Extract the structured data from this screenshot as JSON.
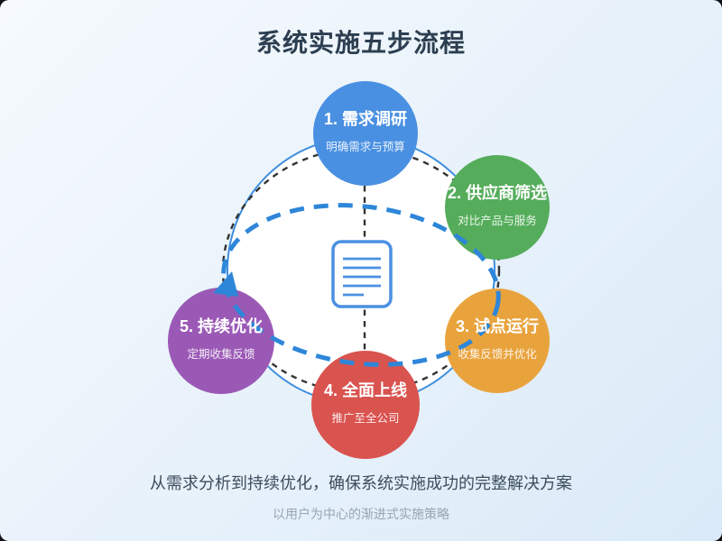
{
  "title": "系统实施五步流程",
  "steps": [
    {
      "label": "1. 需求调研",
      "desc": "明确需求与预算",
      "color": "#4A90E2"
    },
    {
      "label": "2. 供应商筛选",
      "desc": "对比产品与服务",
      "color": "#55AD5B"
    },
    {
      "label": "3. 试点运行",
      "desc": "收集反馈并优化",
      "color": "#E9A33D"
    },
    {
      "label": "4. 全面上线",
      "desc": "推广至全公司",
      "color": "#D9534F"
    },
    {
      "label": "5. 持续优化",
      "desc": "定期收集反馈",
      "color": "#9B59B6"
    }
  ],
  "footer": {
    "summary": "从需求分析到持续优化，确保系统实施成功的完整解决方案",
    "tagline": "以用户为中心的渐进式实施策略"
  },
  "colors": {
    "background_top": "#F6FAFE",
    "background_bottom": "#DAEAF8",
    "title_text": "#2C3E50",
    "main_circle_fill": "#FFFFFF",
    "main_circle_stroke": "#3E8EDE",
    "dashed_guides": "#333333",
    "orbit": "#2E86D9",
    "doc_icon": "#4A90E2",
    "summary_text": "#3D4D5C",
    "tagline_text": "#98A6B2"
  }
}
